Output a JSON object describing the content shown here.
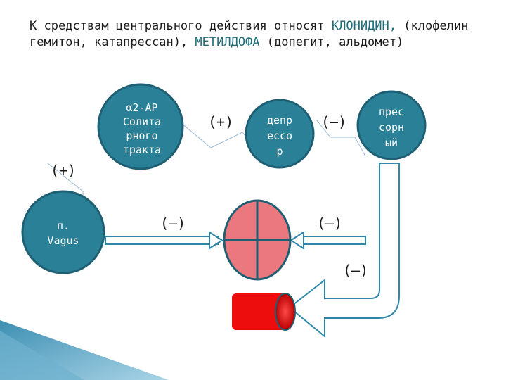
{
  "heading": {
    "part1": "К средствам центрального действия относят ",
    "drug1": "КЛОНИДИН,",
    "part2": " (клофелин гемитон, катапрессан), ",
    "drug2": "МЕТИЛДОФА",
    "part3": " (допегит, альдомет)"
  },
  "nodes": {
    "nts": [
      "α2-АР",
      "Солита",
      "рного",
      "тракта"
    ],
    "depressor": [
      "депр",
      "ессо",
      "р"
    ],
    "pressor": [
      "прес",
      "сорн",
      "ый"
    ],
    "vagus": [
      "п.",
      "Vagus"
    ]
  },
  "signs": {
    "plus_top": "(+)",
    "plus_left": "(+)",
    "minus_top": "(–)",
    "minus_left": "(–)",
    "minus_right": "(–)",
    "minus_bottom": "(–)"
  },
  "colors": {
    "node_fill": "#2a8097",
    "node_stroke": "#1e5f73",
    "heart": "#ec787f",
    "vessel": "#ee0d0d",
    "connector": "#9bb8d6",
    "accent": "#1e6e7a"
  }
}
